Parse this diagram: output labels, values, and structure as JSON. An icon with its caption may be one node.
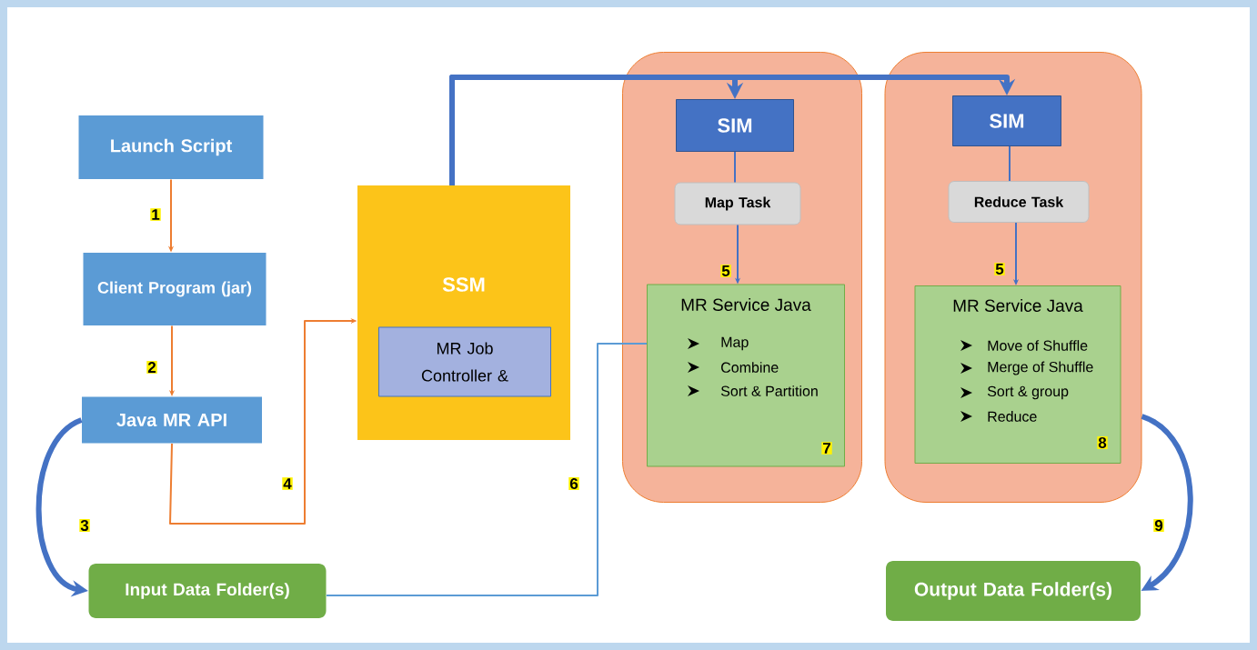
{
  "diagram": {
    "nodes": [
      {
        "text": [
          "Launch Script"
        ]
      },
      {
        "text": [
          "Client Program (jar)"
        ]
      },
      {
        "text": [
          "Java MR API"
        ]
      },
      {
        "text": [
          "Input Data Folder(s)"
        ]
      },
      {
        "text": [
          "SSM"
        ]
      },
      {
        "text": [
          "MR Job Controller &"
        ],
        "in": 4
      },
      {
        "text": [],
        "shape": "box"
      },
      {
        "text": [
          "SIM"
        ],
        "in": 6
      },
      {
        "text": [
          "Map Task"
        ],
        "in": 6
      },
      {
        "text": [
          "MR Service Java",
          "Map",
          "Combine",
          "Sort & Partition"
        ],
        "in": 6
      },
      {
        "text": [],
        "shape": "box"
      },
      {
        "text": [
          "SIM"
        ],
        "in": 10
      },
      {
        "text": [
          "Reduce Task"
        ],
        "in": 10
      },
      {
        "text": [
          "MR Service Java",
          "Move of Shuffle",
          "Merge of Shuffle",
          "Sort & group",
          "Reduce"
        ],
        "in": 10
      },
      {
        "text": [
          "Output Data Folder(s)"
        ]
      }
    ],
    "edges": [
      {
        "from": 0,
        "to": 1,
        "arrow": "to",
        "label": "1",
        "color": "#ed7d31"
      },
      {
        "from": 1,
        "to": 2,
        "arrow": "to",
        "label": "2",
        "color": "#ed7d31"
      },
      {
        "from": 2,
        "to": 3,
        "arrow": "to",
        "label": "3",
        "style": "thick"
      },
      {
        "from": 2,
        "to": 4,
        "arrow": "to",
        "label": "4",
        "color": "#ed7d31"
      },
      {
        "from": 4,
        "to": 7,
        "arrow": "to",
        "style": "thick"
      },
      {
        "from": 4,
        "to": 11,
        "arrow": "to",
        "style": "thick"
      },
      {
        "from": 7,
        "to": 8,
        "arrow": "none"
      },
      {
        "from": 8,
        "to": 9,
        "arrow": "to",
        "label": "5"
      },
      {
        "from": 11,
        "to": 12,
        "arrow": "none"
      },
      {
        "from": 12,
        "to": 13,
        "arrow": "to",
        "label": "5"
      },
      {
        "from": 3,
        "to": 9,
        "arrow": "none",
        "label": "6",
        "color": "#5b9bd5"
      },
      {
        "from": 10,
        "to": 14,
        "arrow": "to",
        "label": "9",
        "style": "thick"
      }
    ],
    "labels": [
      "7",
      "8"
    ]
  }
}
